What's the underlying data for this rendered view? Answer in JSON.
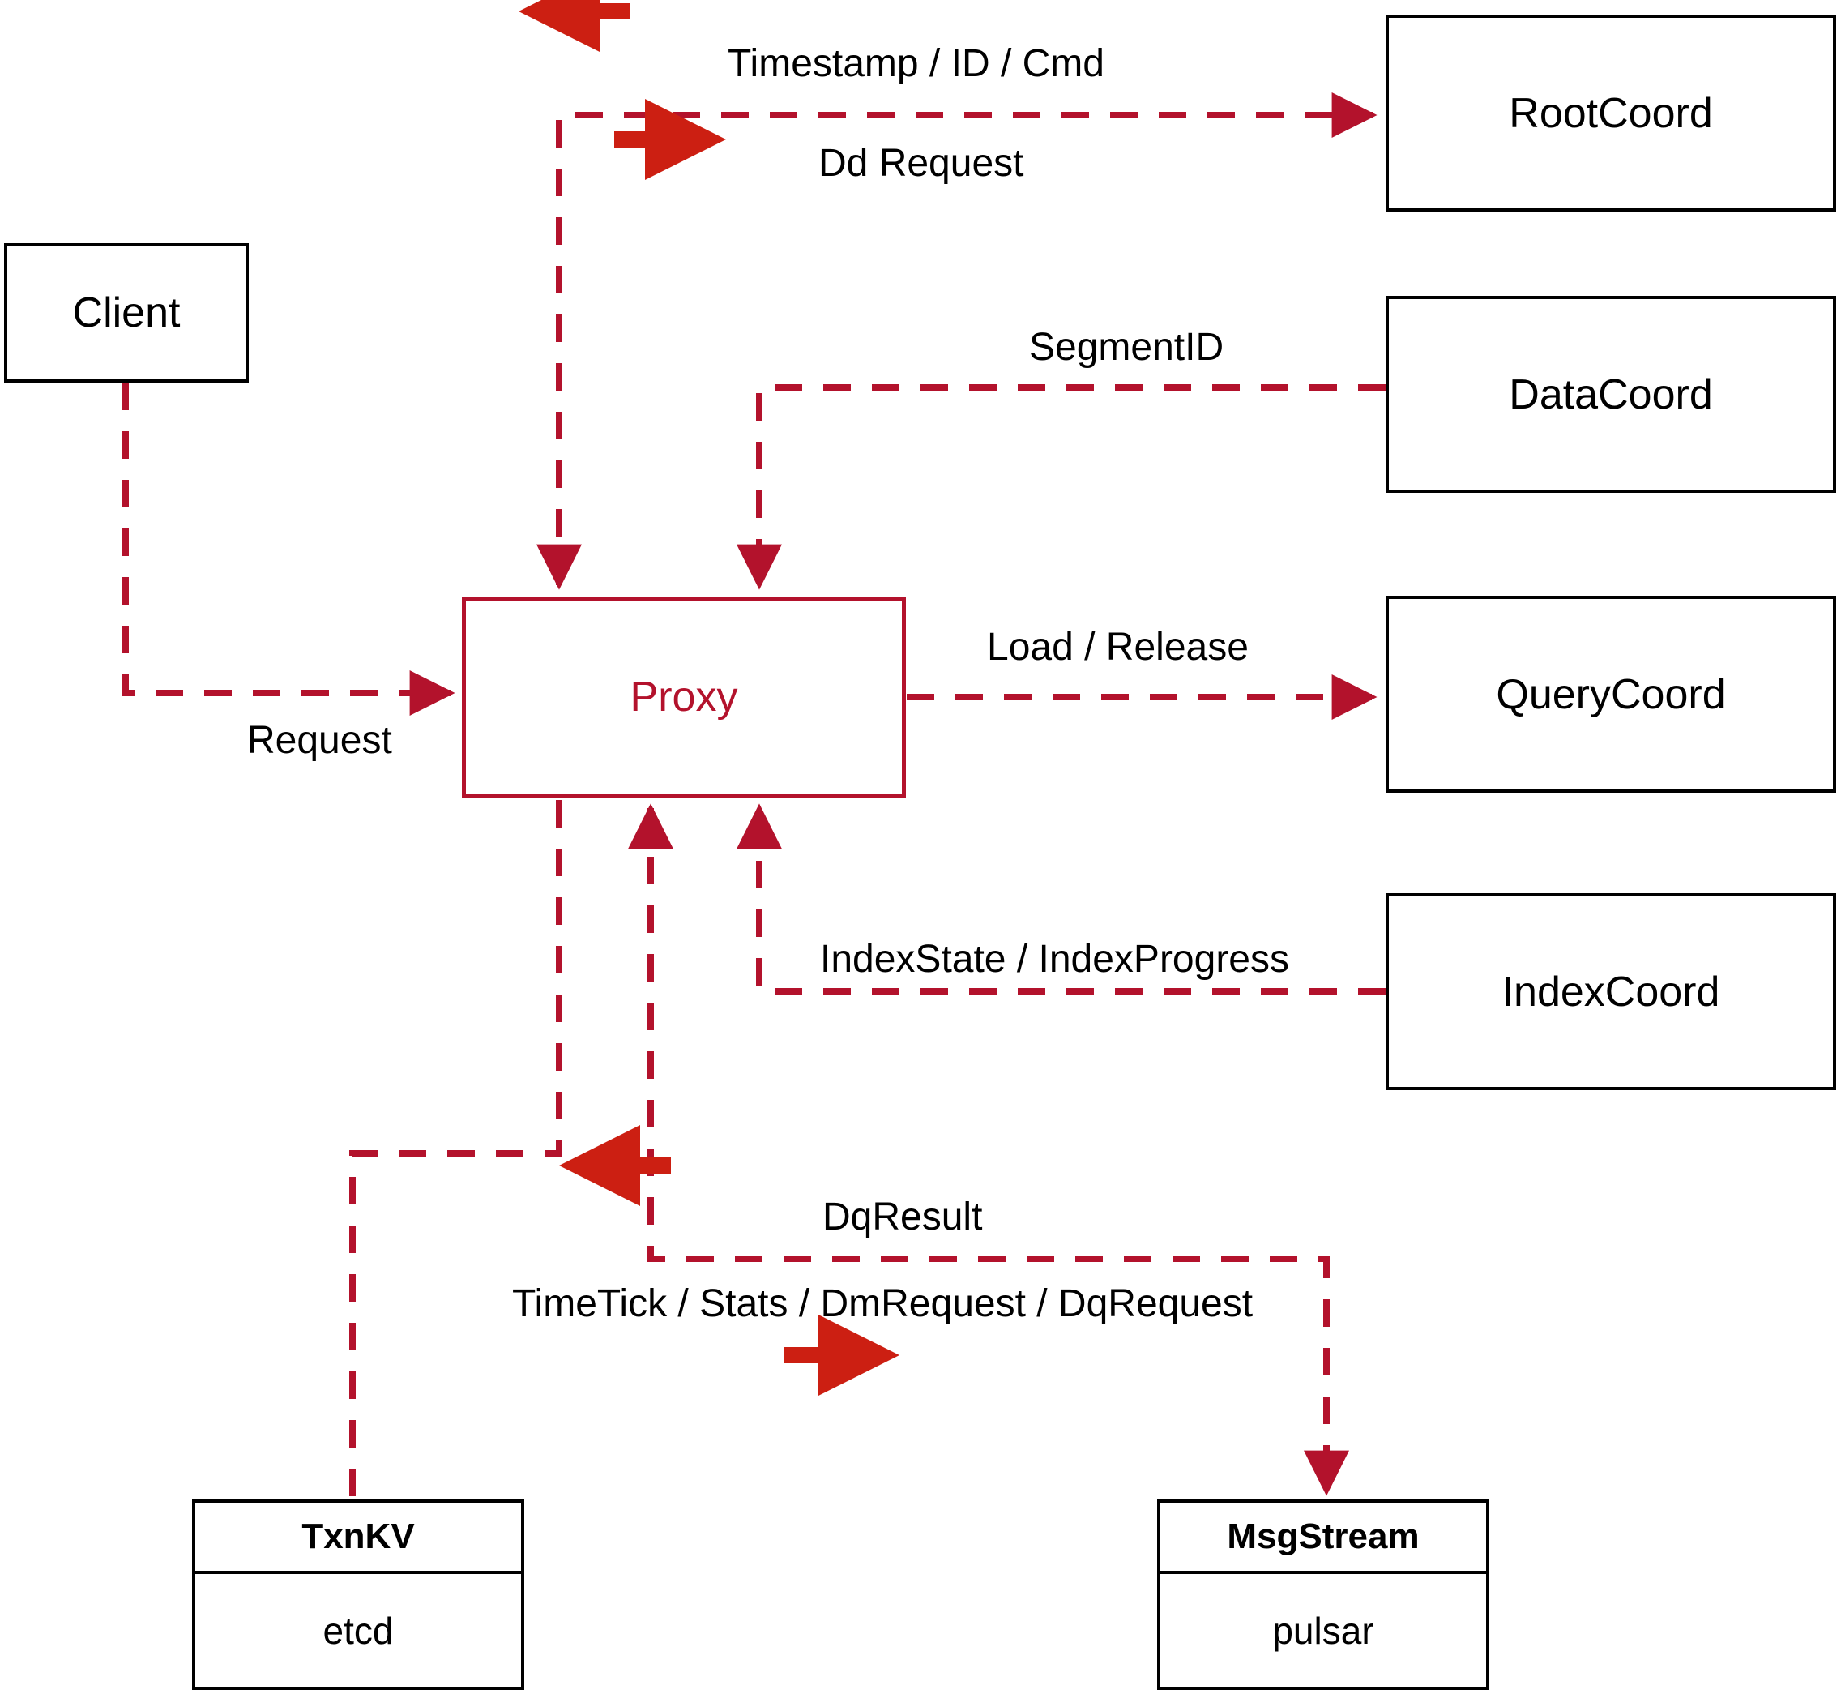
{
  "diagram": {
    "title": "Milvus Proxy interaction diagram",
    "colors": {
      "flow_red": "#b3122c",
      "arrow_red": "#cc1f12",
      "node_black": "#000000",
      "background": "#ffffff"
    },
    "nodes": [
      {
        "id": "client",
        "label": "Client",
        "style": "black"
      },
      {
        "id": "proxy",
        "label": "Proxy",
        "style": "red"
      },
      {
        "id": "rootcoord",
        "label": "RootCoord",
        "style": "black"
      },
      {
        "id": "datacoord",
        "label": "DataCoord",
        "style": "black"
      },
      {
        "id": "querycoord",
        "label": "QueryCoord",
        "style": "black"
      },
      {
        "id": "indexcoord",
        "label": "IndexCoord",
        "style": "black"
      }
    ],
    "stacked_nodes": [
      {
        "id": "txnkv",
        "header": "TxnKV",
        "body": "etcd"
      },
      {
        "id": "msgstream",
        "header": "MsgStream",
        "body": "pulsar"
      }
    ],
    "edge_labels": {
      "timestamp_id_cmd": "Timestamp / ID / Cmd",
      "dd_request": "Dd Request",
      "segment_id": "SegmentID",
      "request": "Request",
      "load_release": "Load / Release",
      "index_state_progress": "IndexState / IndexProgress",
      "dq_result": "DqResult",
      "timetick_stats": "TimeTick / Stats / DmRequest / DqRequest"
    },
    "direction_markers": [
      {
        "id": "timestamp-direction",
        "label": "Timestamp / ID / Cmd",
        "direction": "left"
      },
      {
        "id": "dd-request-direction",
        "label": "Dd Request",
        "direction": "right"
      },
      {
        "id": "dq-result-direction",
        "label": "DqResult",
        "direction": "left"
      },
      {
        "id": "timetick-direction",
        "label": "TimeTick / Stats / DmRequest / DqRequest",
        "direction": "right"
      }
    ]
  }
}
